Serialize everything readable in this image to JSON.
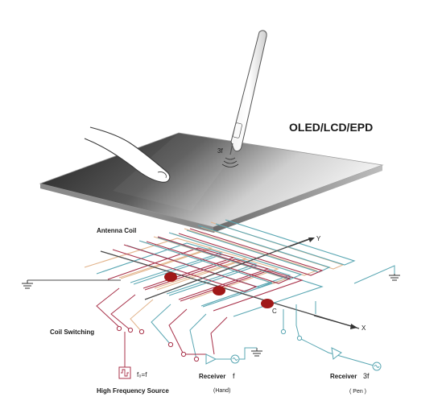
{
  "labels": {
    "display_type": "OLED/LCD/EPD",
    "antenna_coil": "Antenna Coil",
    "coil_switching": "Coil Switching",
    "high_freq_source": "High Frequency Source",
    "source_formula": "f₀=f",
    "receiver_hand": "Receiver",
    "receiver_hand_freq": "f",
    "hand_note": "(Hand)",
    "receiver_pen": "Receiver",
    "receiver_pen_freq": "3f",
    "pen_note": "( Pen )",
    "pen_freq": "3f",
    "axis_y": "Y",
    "axis_x": "X",
    "point_c": "C"
  },
  "colors": {
    "coil_orange": "#e2b48c",
    "coil_teal": "#5aa7b3",
    "coil_red": "#a8324a",
    "coil_dark": "#4a4a4a",
    "contact_dot": "#a01818",
    "panel_dark": "#2a2a2a",
    "panel_light": "#d8d8d8"
  },
  "icons": [
    "pen-icon",
    "finger-icon",
    "ground-icon",
    "amplifier-icon",
    "sine-source-icon",
    "switch-icon"
  ]
}
